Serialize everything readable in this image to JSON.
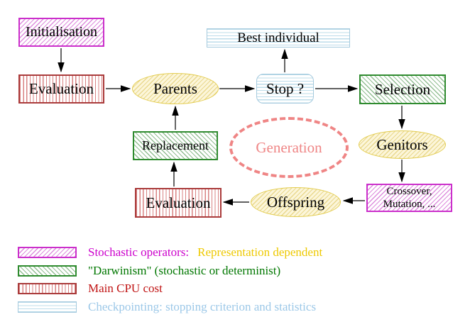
{
  "diagram": {
    "nodes": {
      "initialisation": "Initialisation",
      "evaluation_top": "Evaluation",
      "parents": "Parents",
      "best_individual": "Best individual",
      "stop": "Stop ?",
      "selection": "Selection",
      "genitors": "Genitors",
      "crossover_line1": "Crossover,",
      "crossover_line2": "Mutation, ...",
      "offspring": "Offspring",
      "evaluation_bottom": "Evaluation",
      "replacement": "Replacement",
      "generation": "Generation"
    }
  },
  "legend": {
    "rows": [
      {
        "swatch": "magenta-diagonal-hatch",
        "label": "Stochastic operators:",
        "label2": "Representation dependent"
      },
      {
        "swatch": "green-diagonal-hatch",
        "label": "\"Darwinism\" (stochastic or determinist)"
      },
      {
        "swatch": "red-vertical-stripes",
        "label": "Main CPU cost"
      },
      {
        "swatch": "cyan-horizontal-stripes",
        "label": "Checkpointing: stopping criterion and statistics"
      }
    ]
  },
  "colors": {
    "magenta_border": "#cb2fcb",
    "magenta_hatch": "#dd8ddd",
    "magenta_text": "#cc00cc",
    "gold_text": "#eec900",
    "green_border": "#2f8b2f",
    "green_hatch": "#92be92",
    "green_text": "#007700",
    "red_border": "#aa3b3b",
    "red_stripe": "#d88383",
    "red_text": "#c01414",
    "cyan_border": "#a5cade",
    "cyan_stripe": "#bcdcea",
    "cyan_text": "#9cc8e8",
    "yellow_border": "#e3cc4e",
    "yellow_hatch": "#e9d88e",
    "yellow_fill": "#fcf6da",
    "generation_coral": "#ef8585",
    "arrow": "#000000"
  }
}
